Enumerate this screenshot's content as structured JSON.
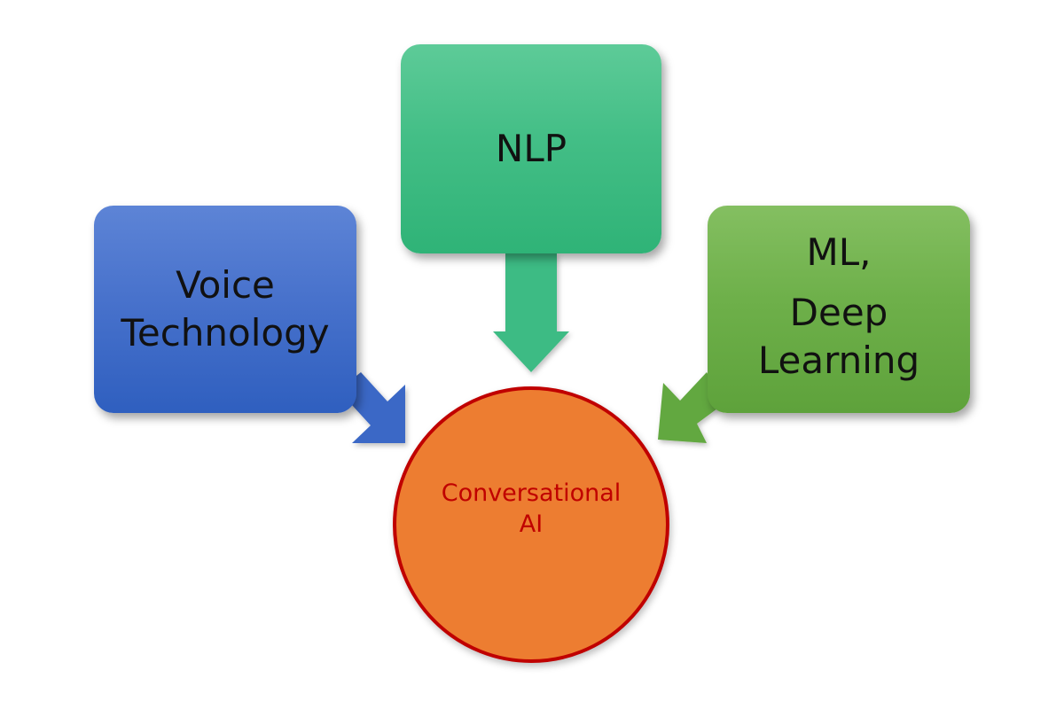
{
  "nodes": {
    "voice_technology": {
      "line1": "Voice",
      "line2": "Technology"
    },
    "nlp": {
      "label": "NLP"
    },
    "ml_deep_learning": {
      "line1": "ML,",
      "line2": "Deep",
      "line3": "Learning"
    },
    "conversational_ai": {
      "line1": "Conversational",
      "line2": "AI"
    }
  },
  "colors": {
    "voice_box": "#4872cc",
    "nlp_box": "#43be86",
    "ml_box": "#6eb04a",
    "center_circle": "#ed7d31",
    "center_border": "#c00000",
    "center_text": "#c00000"
  }
}
